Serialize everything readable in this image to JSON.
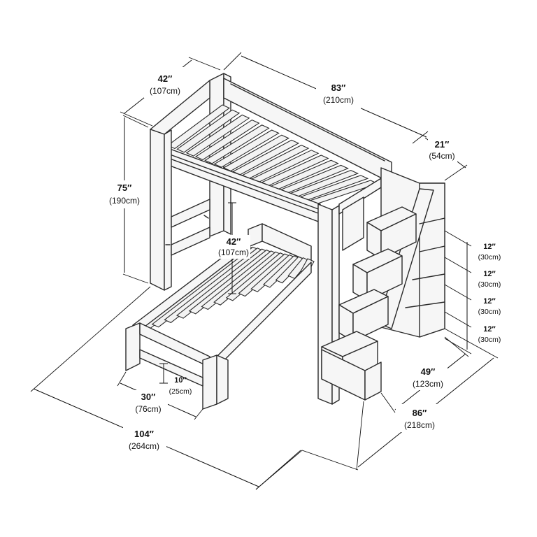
{
  "dimensions": {
    "top_depth": {
      "in": "42″",
      "cm": "(107cm)"
    },
    "top_length": {
      "in": "83″",
      "cm": "(210cm)"
    },
    "stair_depth": {
      "in": "21″",
      "cm": "(54cm)"
    },
    "height": {
      "in": "75″",
      "cm": "(190cm)"
    },
    "under_height": {
      "in": "42″",
      "cm": "(107cm)"
    },
    "step_rise": [
      {
        "in": "12″",
        "cm": "(30cm)"
      },
      {
        "in": "12″",
        "cm": "(30cm)"
      },
      {
        "in": "12″",
        "cm": "(30cm)"
      },
      {
        "in": "12″",
        "cm": "(30cm)"
      }
    ],
    "bed_height": {
      "in": "10″",
      "cm": "(25cm)"
    },
    "bed_width": {
      "in": "30″",
      "cm": "(76cm)"
    },
    "stair_width": {
      "in": "49″",
      "cm": "(123cm)"
    },
    "total_depth": {
      "in": "86″",
      "cm": "(218cm)"
    },
    "total_length": {
      "in": "104″",
      "cm": "(264cm)"
    }
  },
  "colors": {
    "line": "#2b2b2b",
    "dim": "#111111",
    "panel": "#f6f6f6"
  }
}
